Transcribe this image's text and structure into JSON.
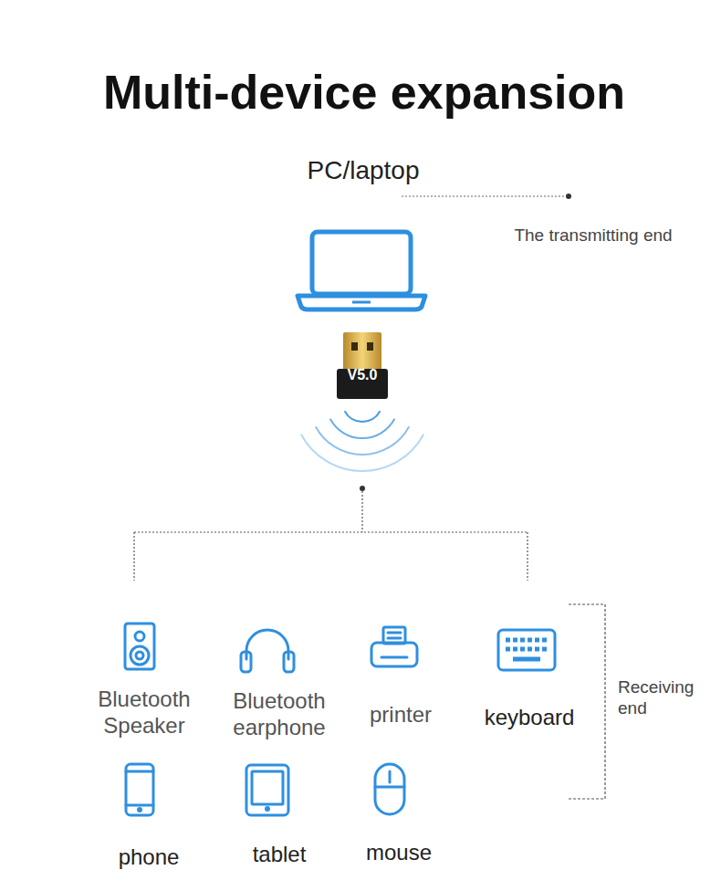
{
  "diagram": {
    "title": "Multi-device expansion",
    "labels": [
      "PC/laptop",
      "The transmitting end",
      "V5.0",
      "Bluetooth Speaker",
      "Bluetooth earphone",
      "printer",
      "keyboard",
      "phone",
      "tablet",
      "mouse",
      "Receiving end"
    ]
  }
}
